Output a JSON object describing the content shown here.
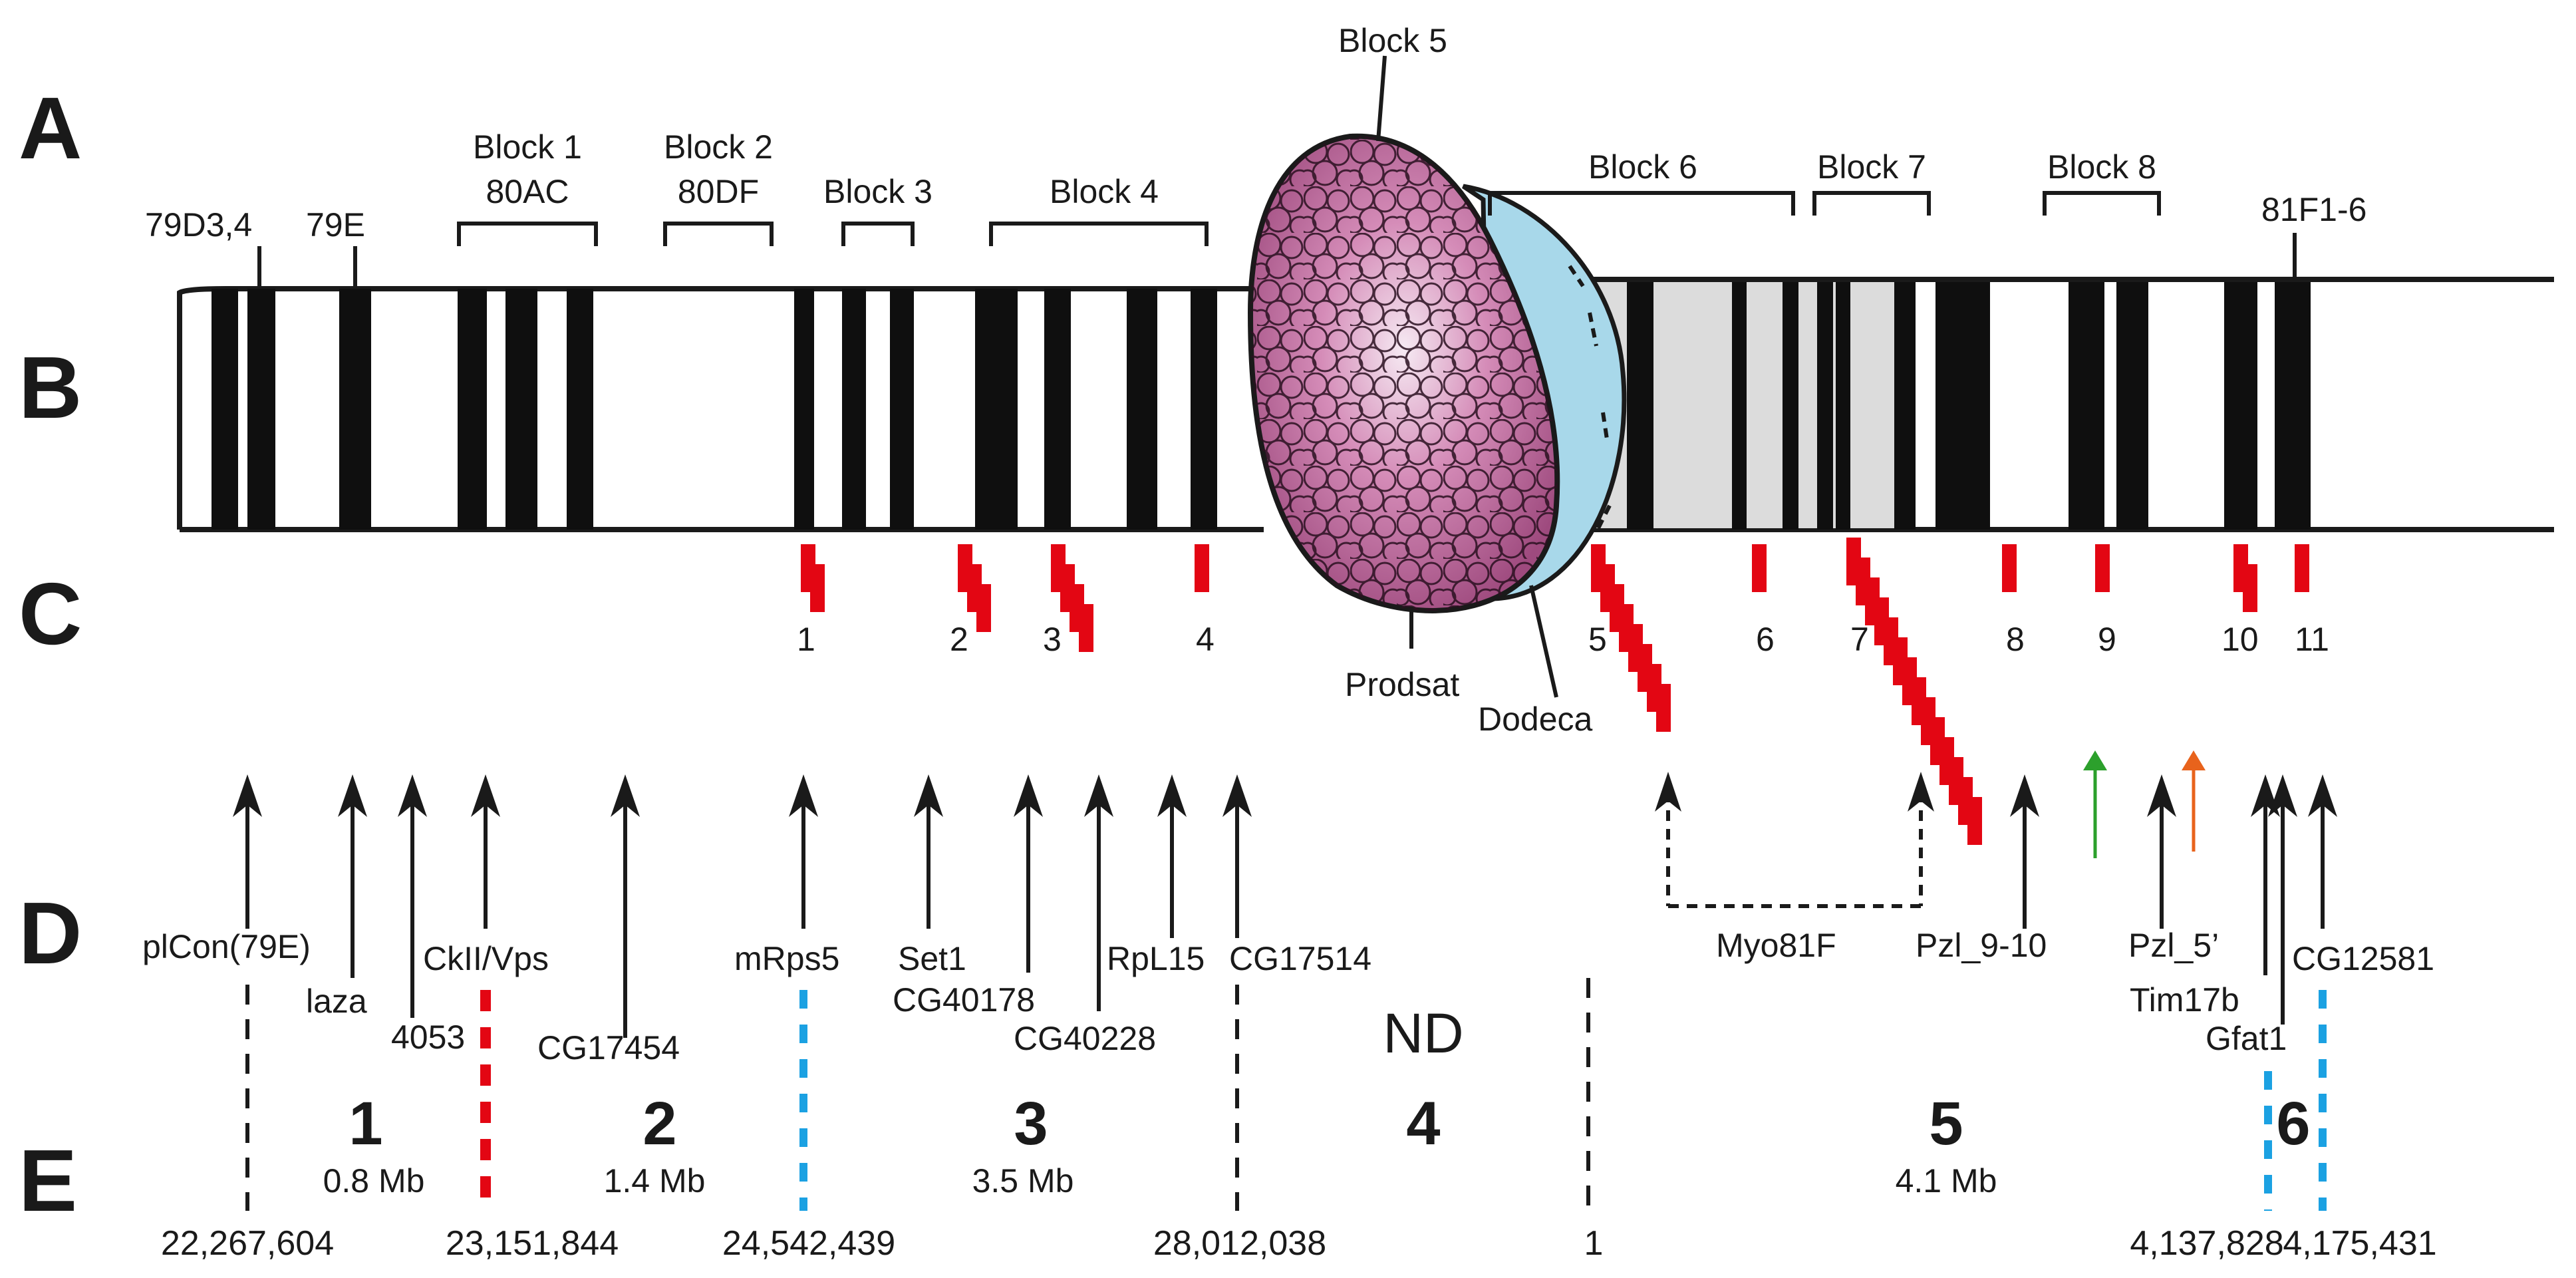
{
  "row_letters": [
    "A",
    "B",
    "C",
    "D",
    "E"
  ],
  "cytology": {
    "band_79d": "79D3,4",
    "band_79e": "79E",
    "band_81f": "81F1-6",
    "blocks": [
      {
        "name": "Block 1",
        "sub": "80AC"
      },
      {
        "name": "Block 2",
        "sub": "80DF"
      },
      {
        "name": "Block 3",
        "sub": ""
      },
      {
        "name": "Block 4",
        "sub": ""
      },
      {
        "name": "Block 5",
        "sub": ""
      },
      {
        "name": "Block 6",
        "sub": ""
      },
      {
        "name": "Block 7",
        "sub": ""
      },
      {
        "name": "Block 8",
        "sub": ""
      }
    ],
    "satellites": {
      "prodsat": "Prodsat",
      "dodeca": "Dodeca"
    }
  },
  "fish_probes": [
    "1",
    "2",
    "3",
    "4",
    "5",
    "6",
    "7",
    "8",
    "9",
    "10",
    "11"
  ],
  "genes": {
    "plcon": "plCon(79E)",
    "laza": "laza",
    "g4053": "4053",
    "ckii": "CkII/Vps",
    "cg17454": "CG17454",
    "mrps5": "mRps5",
    "set1": "Set1",
    "cg40178": "CG40178",
    "cg40228": "CG40228",
    "rpl15": "RpL15",
    "cg17514": "CG17514",
    "myo81f": "Myo81F",
    "pzl910": "Pzl_9-10",
    "pzl5": "Pzl_5’",
    "tim17b": "Tim17b",
    "gfat1": "Gfat1",
    "cg12581": "CG12581"
  },
  "scaffolds": {
    "nd": "ND",
    "regions": [
      {
        "num": "1",
        "size": "0.8 Mb"
      },
      {
        "num": "2",
        "size": "1.4 Mb"
      },
      {
        "num": "3",
        "size": "3.5 Mb"
      },
      {
        "num": "4",
        "size": ""
      },
      {
        "num": "5",
        "size": "4.1 Mb"
      },
      {
        "num": "6",
        "size": ""
      }
    ],
    "coords": [
      "22,267,604",
      "23,151,844",
      "24,542,439",
      "28,012,038",
      "1",
      "4,137,828",
      "4,175,431"
    ]
  },
  "colors": {
    "ink": "#1a1a1a",
    "band": "#0f0f0f",
    "probe_red": "#e30613",
    "boundary_blue": "#1ba1e2",
    "dodeca_blue": "#a8d8ea",
    "prodsat_purple": "#c2699b",
    "heterochromatin_grey": "#dcdcdc",
    "arrow_green": "#2ca02c",
    "arrow_orange": "#e8631c"
  }
}
